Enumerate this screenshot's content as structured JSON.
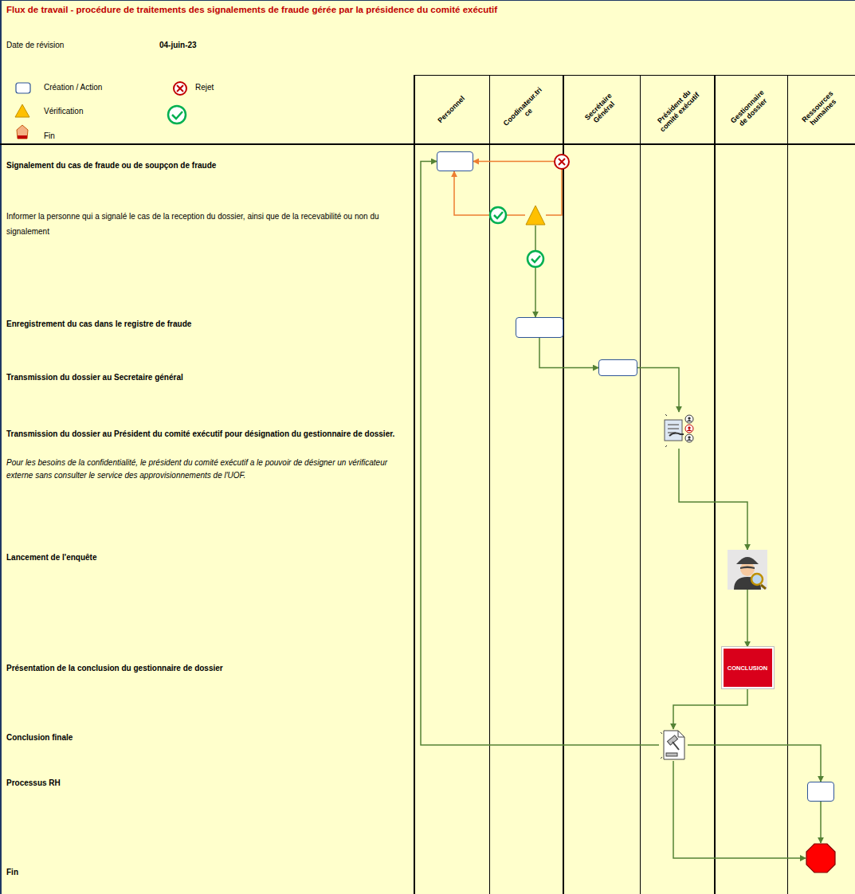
{
  "diagram": {
    "title": "Flux de travail - procédure de traitements des signalements de fraude gérée par la présidence du comité exécutif",
    "nodes": [
      {
        "text": []
      },
      {
        "text": []
      },
      {
        "text": []
      },
      {
        "text": []
      },
      {
        "text": []
      },
      {
        "text": []
      },
      {
        "text": [
          "CONCLUSION"
        ]
      },
      {
        "text": []
      },
      {
        "text": []
      },
      {
        "text": []
      }
    ],
    "edges": [
      {
        "from": 1,
        "to": 0,
        "arrow": "to"
      },
      {
        "from": 1,
        "to": 0,
        "arrow": "to"
      },
      {
        "from": 1,
        "to": 2,
        "arrow": "to"
      },
      {
        "from": 2,
        "to": 3,
        "arrow": "to"
      },
      {
        "from": 3,
        "to": 4,
        "arrow": "to"
      },
      {
        "from": 4,
        "to": 5,
        "arrow": "to"
      },
      {
        "from": 5,
        "to": 6,
        "arrow": "to"
      },
      {
        "from": 6,
        "to": 7,
        "arrow": "to"
      },
      {
        "from": 7,
        "to": 0,
        "arrow": "to"
      },
      {
        "from": 7,
        "to": 8,
        "arrow": "to"
      },
      {
        "from": 7,
        "to": 9,
        "arrow": "to"
      },
      {
        "from": 8,
        "to": 9,
        "arrow": "to"
      }
    ],
    "labels": [
      "Date de révision",
      "04-juin-23",
      "Personnel",
      "Coodinateur.trice",
      "Secrétaire Général",
      "Président du comité exécutif",
      "Gestionnaire de dossier",
      "Ressources humaines",
      "Signalement du cas de fraude ou de soupçon de fraude",
      "Informer la personne qui a signalé le cas de la reception du dossier, ainsi que de la recevabilité ou non du signalement",
      "Enregistrement du cas dans le registre de fraude",
      "Transmission du dossier au Secretaire général",
      "Transmission du dossier au Président du comité exécutif pour désignation du gestionnaire de dossier.",
      "Pour les besoins de la confidentialité, le président du comité  exécutif a le pouvoir de désigner un vérificateur externe sans consulter le service des approvisionnements de l'UOF.",
      "Lancement de l'enquête",
      "Présentation de la conclusion du gestionnaire de dossier",
      "Conclusion finale",
      "Processus RH",
      "Fin"
    ],
    "legend": [
      {
        "text": "Création / Action"
      },
      {
        "text": "Rejet"
      },
      {
        "text": "Vérification"
      },
      {
        "text": "Fin"
      }
    ]
  }
}
